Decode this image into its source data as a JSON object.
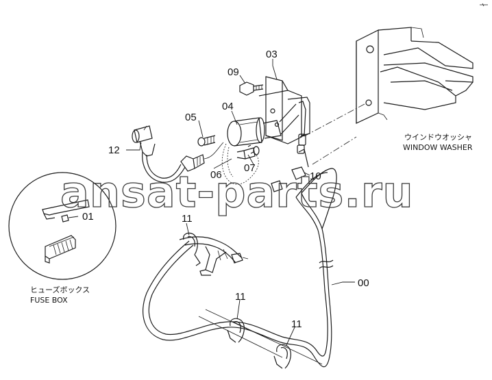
{
  "labels": {
    "p00": "00",
    "p01": "01",
    "p03": "03",
    "p04": "04",
    "p05": "05",
    "p06": "06",
    "p07": "07",
    "p09": "09",
    "p10": "10",
    "p11a": "11",
    "p11b": "11",
    "p11c": "11",
    "p12": "12"
  },
  "captions": {
    "window_washer_jp": "ウインドウオッシャ",
    "window_washer_en": "WINDOW WASHER",
    "fuse_box_jp": "ヒューズボックス",
    "fuse_box_en": "FUSE BOX"
  },
  "watermark": "ansat-parts.ru"
}
